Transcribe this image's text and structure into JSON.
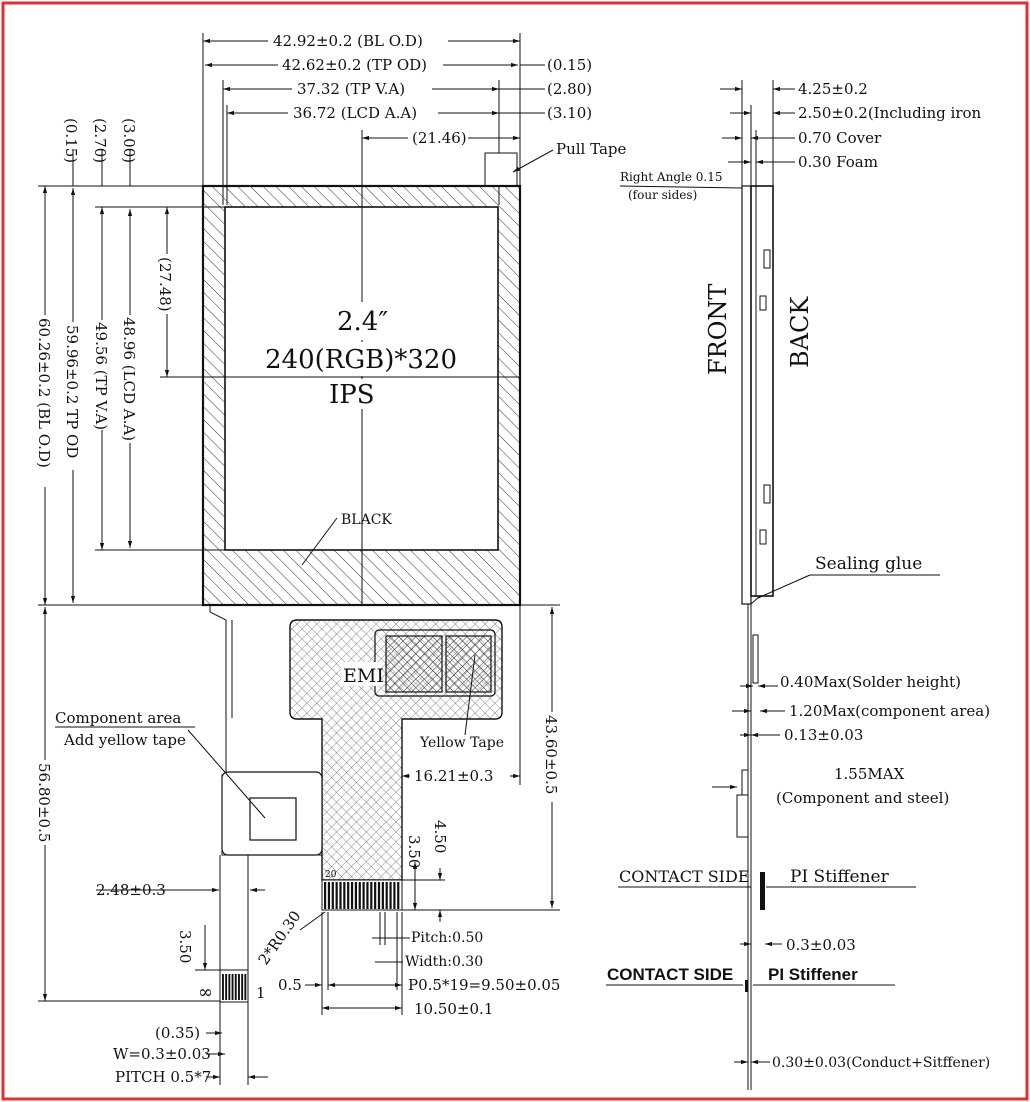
{
  "border_color": "#e03030",
  "top_dims": {
    "bl_od": "42.92±0.2 (BL O.D)",
    "tp_od": "42.62±0.2 (TP OD)",
    "tp_va": "37.32 (TP V.A)",
    "lcd_aa": "36.72 (LCD A.A)",
    "half": "(21.46)",
    "r015": "(0.15)",
    "r280": "(2.80)",
    "r310": "(3.10)"
  },
  "pull_tape": "Pull Tape",
  "left_dims": {
    "d015": "(0.15)",
    "d270": "(2.70)",
    "d300": "(3.00)",
    "d2748": "(27.48)",
    "bl_od": "60.26±0.2 (BL O.D)",
    "tp_od": "59.96±0.2 TP OD",
    "tp_va": "49.56 (TP V.A)",
    "lcd_aa": "48.96 (LCD A.A)",
    "fpc_len": "56.80±0.5"
  },
  "screen": {
    "size": "2.4″",
    "resolution": "240(RGB)*320",
    "type": "IPS",
    "black": "BLACK"
  },
  "fpc": {
    "emi": "EMI",
    "yellow_tape": "Yellow Tape",
    "component_area": "Component area",
    "add_yellow_tape": "Add yellow tape",
    "width_1621": "16.21±0.3",
    "height_4360": "43.60±0.5",
    "d450": "4.50",
    "d350a": "3.50",
    "d248": "2.48±0.3",
    "r030": "2*R0.30",
    "pin20": "20",
    "pin1": "1",
    "pitch": "Pitch:0.50",
    "width": "Width:0.30",
    "d05": "0.5",
    "p05": "P0.5*19=9.50±0.05",
    "d1050": "10.50±0.1",
    "d350b": "3.50",
    "d035": "(0.35)",
    "w03": "W=0.3±0.03",
    "pitch7": "PITCH 0.5*7"
  },
  "side": {
    "d425": "4.25±0.2",
    "d250": "2.50±0.2(Including iron",
    "cover": "0.70 Cover",
    "foam": "0.30 Foam",
    "right_angle": "Right Angle 0.15",
    "four_sides": "(four sides)",
    "front": "FRONT",
    "back": "BACK",
    "sealing_glue": "Sealing glue",
    "solder": "0.40Max(Solder height)",
    "component_area": "1.20Max(component area)",
    "d013": "0.13±0.03",
    "max155": "1.55MAX",
    "comp_steel": "(Component and steel)",
    "contact_side_1": "CONTACT SIDE",
    "pi_stiffener_1": "PI Stiffener",
    "d03": "0.3±0.03",
    "contact_side_2": "CONTACT SIDE",
    "pi_stiffener_2": "PI Stiffener",
    "d030": "0.30±0.03(Conduct+Sitffener)"
  }
}
